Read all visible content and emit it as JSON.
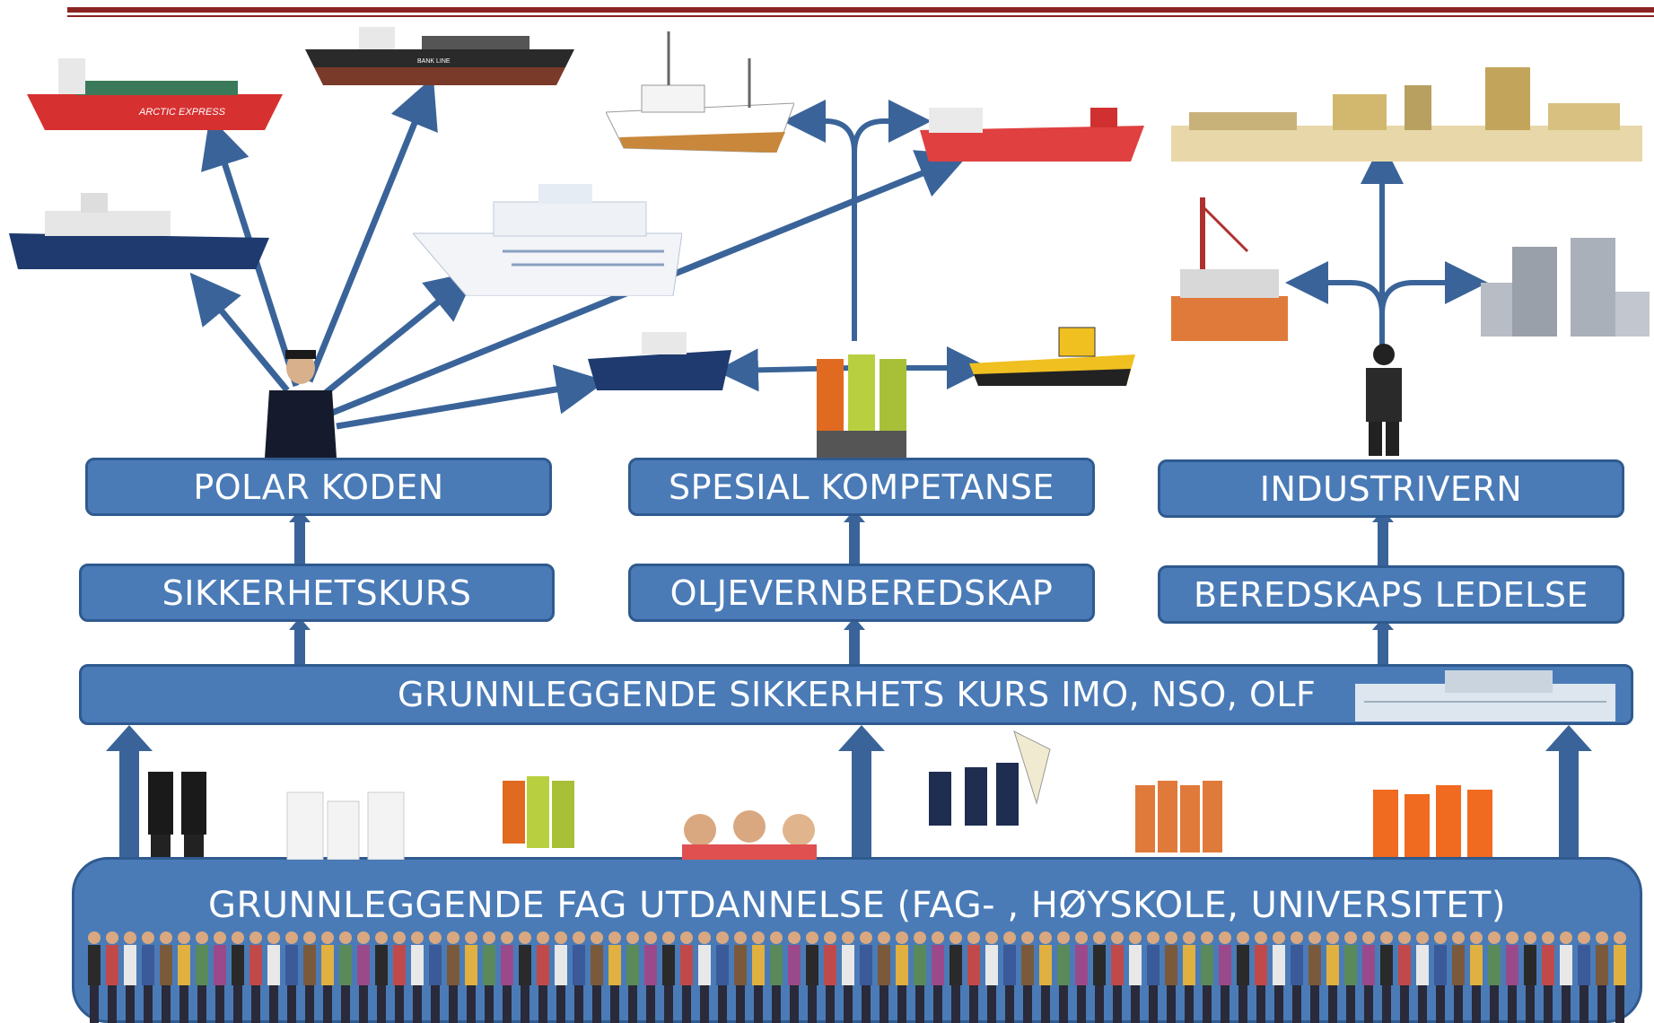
{
  "boxes": {
    "polar": "POLAR KODEN",
    "spesial": "SPESIAL KOMPETANSE",
    "industrivern": "INDUSTRIVERN",
    "sikkerhetskurs": "SIKKERHETSKURS",
    "oljevern": "OLJEVERNBEREDSKAP",
    "beredskap": "BEREDSKAPS LEDELSE",
    "grunnleggende_kurs": "GRUNNLEGGENDE SIKKERHETS KURS  IMO, NSO, OLF",
    "fag": "GRUNNLEGGENDE FAG UTDANNELSE (FAG- , HØYSKOLE, UNIVERSITET)"
  },
  "ship_labels": {
    "arctic": "ARCTIC EXPRESS",
    "bank": "BANK LINE"
  },
  "colors": {
    "box_fill": "#4a7bb7",
    "box_border": "#2f5a8f",
    "arrow": "#3a6499",
    "topline": "#8b2323"
  }
}
